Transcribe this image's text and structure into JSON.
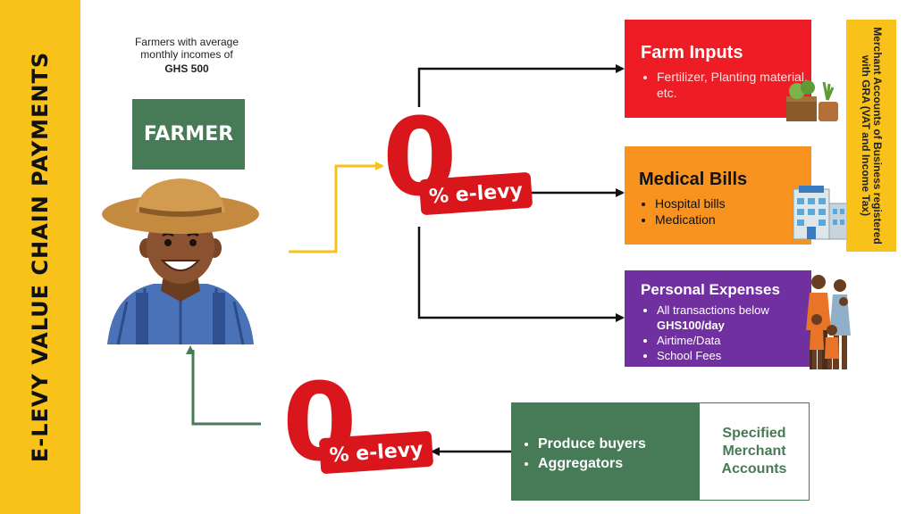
{
  "sidebar": {
    "title": "E-LEVY VALUE CHAIN PAYMENTS"
  },
  "farmer": {
    "caption": "Farmers with average monthly incomes of",
    "income": "GHS 500",
    "label": "FARMER"
  },
  "levy_tag": {
    "zero": "0",
    "label_top": "% e-levy",
    "label_bottom": "% e-levy"
  },
  "destinations": {
    "farm_inputs": {
      "title": "Farm Inputs",
      "items": [
        "Fertilizer, Planting material, etc."
      ]
    },
    "medical": {
      "title": "Medical Bills",
      "items": [
        "Hospital bills",
        "Medication"
      ]
    },
    "personal": {
      "title": "Personal Expenses",
      "items": [
        "All transactions below",
        "GHS100/day",
        "Airtime/Data",
        "School Fees"
      ]
    },
    "merchant_note": "Merchant Accounts of Business registered with GRA (VAT and Income Tax)"
  },
  "sources": {
    "items": [
      "Produce buyers",
      "Aggregators"
    ],
    "specified": "Specified Merchant Accounts"
  },
  "colors": {
    "sidebar": "#f9c21a",
    "green": "#477a56",
    "red": "#d8161c",
    "farm_inputs": "#ee1c24",
    "medical": "#f7931e",
    "personal": "#7030a0"
  },
  "icons": [
    "farmer-illustration",
    "farm-supplies-icon",
    "hospital-icon",
    "family-icon"
  ]
}
